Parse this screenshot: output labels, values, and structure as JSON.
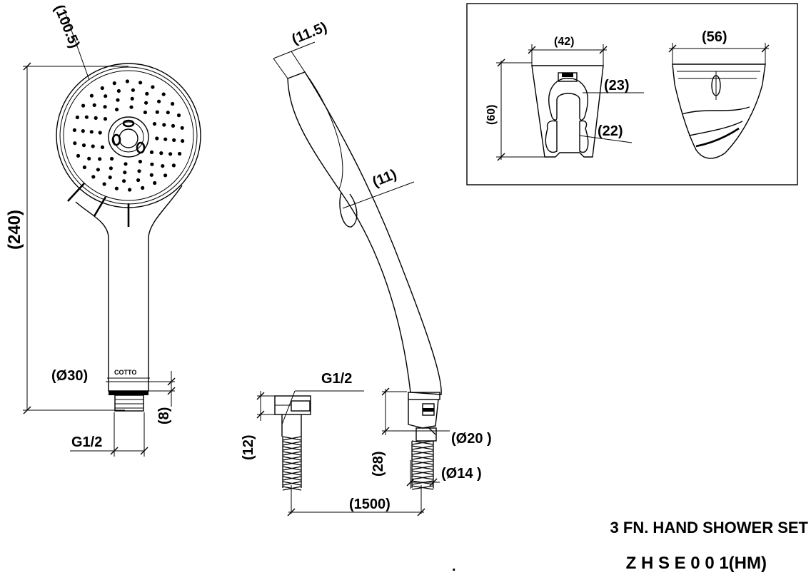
{
  "title": {
    "line1": "3 FN. HAND SHOWER SET",
    "line2": "Z H S E 0 0 1(HM)"
  },
  "front_view": {
    "head_dim": "(100.5)",
    "height_dim": "(240)",
    "base_dia_dim": "(Ø30)",
    "logo_text": "COTTO",
    "thread_height_dim": "(8)",
    "thread_label": "G1/2"
  },
  "side_view": {
    "tip_dim": "(11.5)",
    "thickness_dim": "(11)"
  },
  "hose": {
    "thread_label": "G1/2",
    "nut_dim": "(12)",
    "length_dim": "(1500)",
    "end_len_dim": "(28)",
    "end_dia_dim": "(Ø20 )",
    "hose_dia_dim": "(Ø14 )"
  },
  "bracket": {
    "width_front": "(42)",
    "width_side": "(56)",
    "height": "(60)",
    "upper_dim": "(23)",
    "lower_dim": "(22)"
  },
  "footnote_mark": "."
}
